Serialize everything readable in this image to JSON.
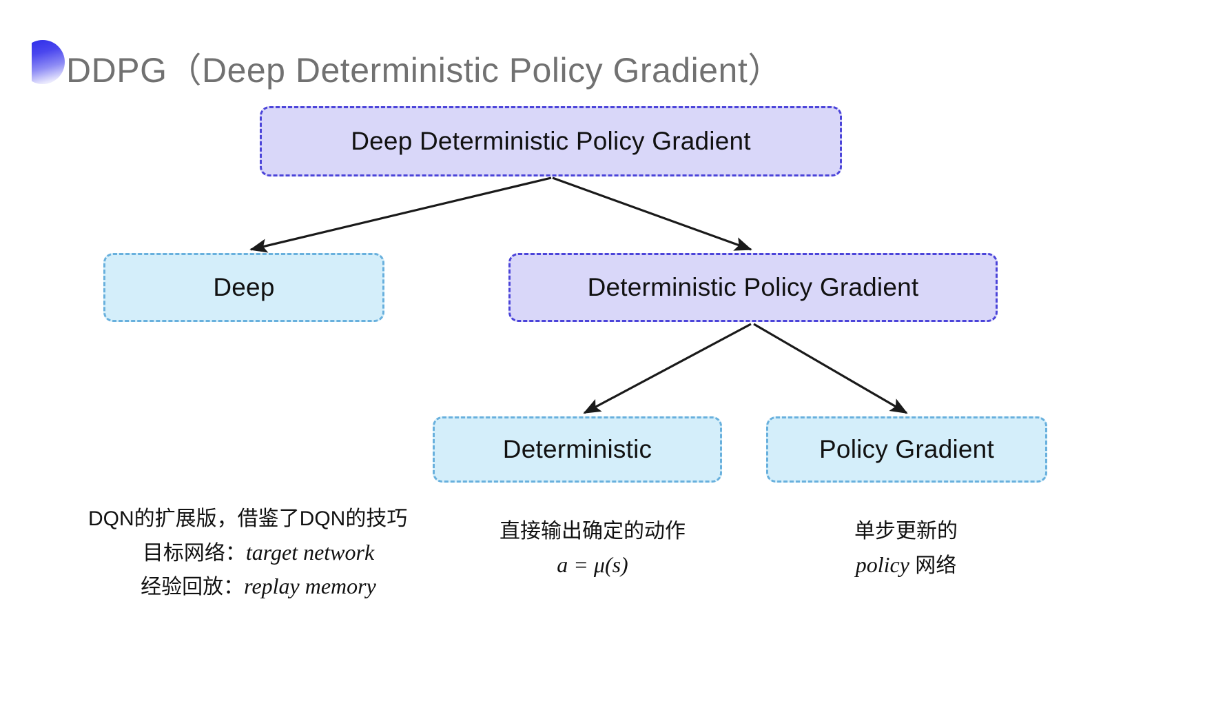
{
  "slide": {
    "title": "DDPG（Deep Deterministic Policy Gradient）",
    "background": "#ffffff"
  },
  "colors": {
    "purple_fill": "#d9d7f9",
    "purple_border": "#4b44d9",
    "blue_fill": "#d4eefa",
    "blue_border": "#68b0dd",
    "title_text": "#717171",
    "body_text": "#111111",
    "bullet_accent": "#2a2ae8"
  },
  "diagram": {
    "type": "tree",
    "nodes": [
      {
        "id": "root",
        "label": "Deep Deterministic Policy Gradient",
        "style": "purple"
      },
      {
        "id": "deep",
        "label": "Deep",
        "style": "blue"
      },
      {
        "id": "dpg",
        "label": "Deterministic Policy Gradient",
        "style": "purple"
      },
      {
        "id": "det",
        "label": "Deterministic",
        "style": "blue"
      },
      {
        "id": "pg",
        "label": "Policy Gradient",
        "style": "blue"
      }
    ],
    "edges": [
      {
        "from": "root",
        "to": "deep"
      },
      {
        "from": "root",
        "to": "dpg"
      },
      {
        "from": "dpg",
        "to": "det"
      },
      {
        "from": "dpg",
        "to": "pg"
      }
    ]
  },
  "captions": {
    "deep": {
      "line1": "DQN的扩展版，借鉴了DQN的技巧",
      "line2_label": "目标网络：",
      "line2_term": "target network",
      "line3_label": "经验回放：",
      "line3_term": "replay memory"
    },
    "deterministic": {
      "line1": "直接输出确定的动作",
      "formula": "a = μ(s)"
    },
    "policy_gradient": {
      "line1": "单步更新的",
      "line2_term": "policy",
      "line2_suffix": " 网络"
    }
  }
}
